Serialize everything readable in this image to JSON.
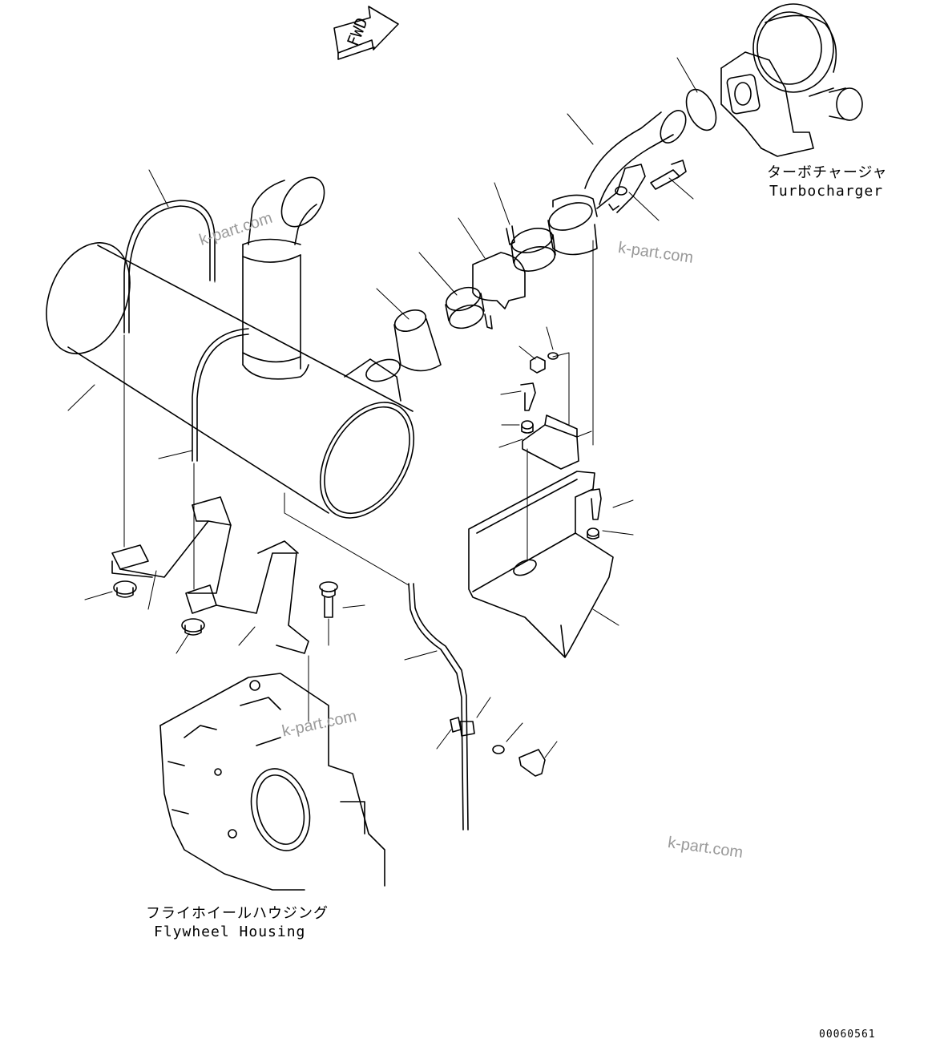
{
  "labels": {
    "turbocharger_jp": "ターボチャージャ",
    "turbocharger_en": "Turbocharger",
    "flywheel_jp": "フライホイールハウジング",
    "flywheel_en": "Flywheel Housing",
    "fwd": "FWD"
  },
  "watermarks": [
    "k-part.com",
    "k-part.com",
    "k-part.com",
    "k-part.com"
  ],
  "drawing_code": "00060561"
}
